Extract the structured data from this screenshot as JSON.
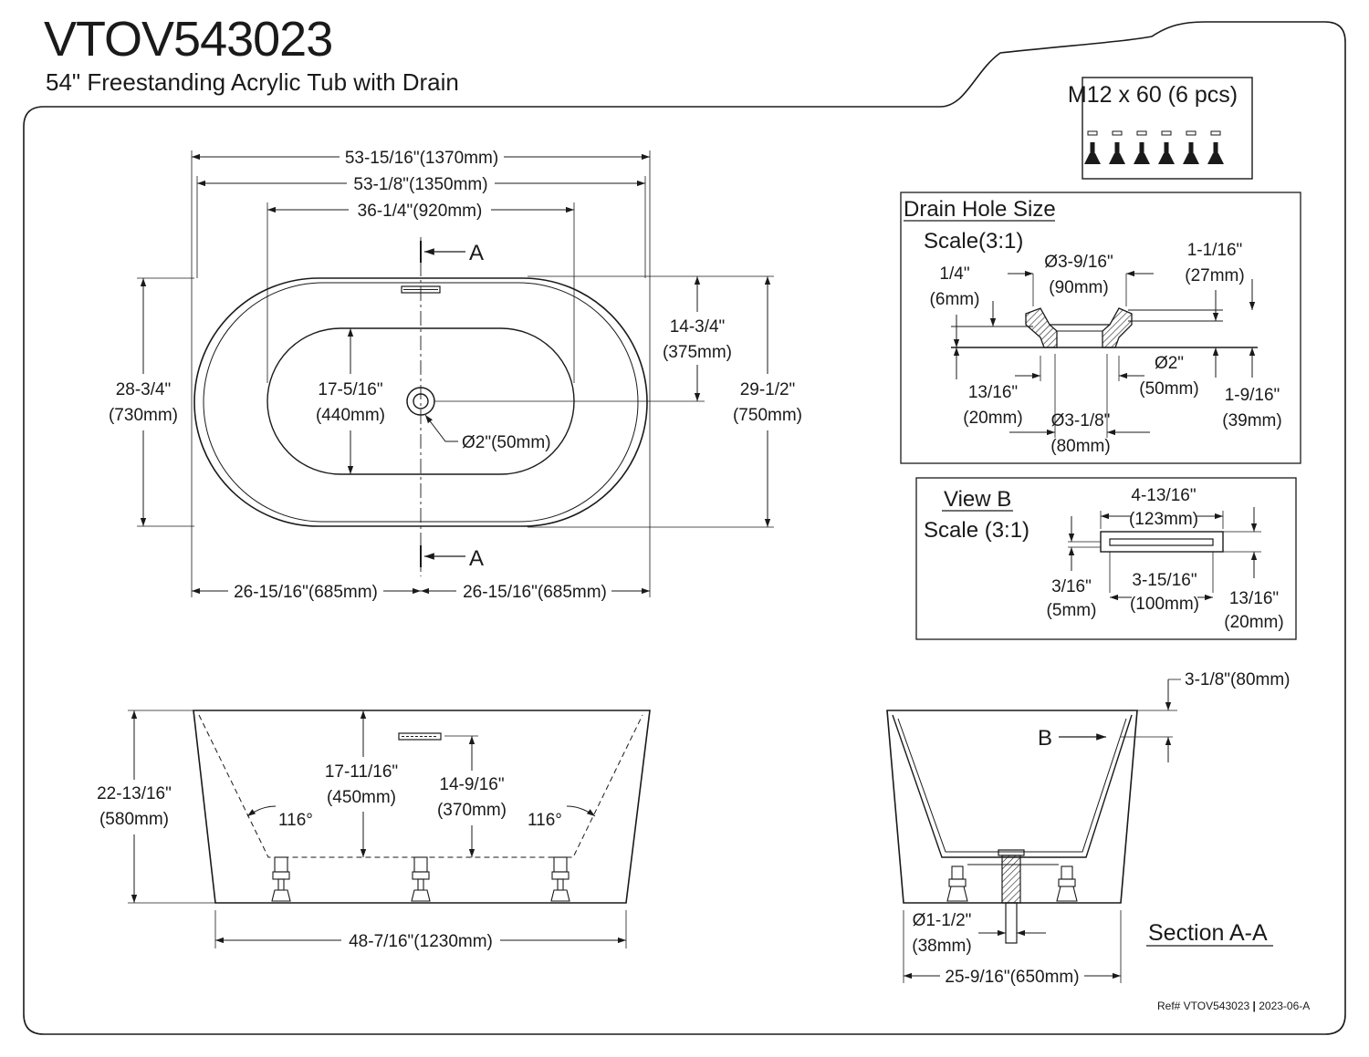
{
  "header": {
    "model": "VTOV543023",
    "description": "54\" Freestanding Acrylic Tub with Drain"
  },
  "hardware": {
    "label": "M12 x 60 (6 pcs)",
    "count": 6
  },
  "top_view": {
    "dims": {
      "overall_length": "53-15/16\"(1370mm)",
      "rim_length": "53-1/8\"(1350mm)",
      "interior_length": "36-1/4\"(920mm)",
      "half_length_left": "26-15/16\"(685mm)",
      "half_length_right": "26-15/16\"(685mm)",
      "width_outer_in": "28-3/4\"",
      "width_outer_mm": "(730mm)",
      "width_overall_in": "29-1/2\"",
      "width_overall_mm": "(750mm)",
      "interior_width_in": "17-5/16\"",
      "interior_width_mm": "(440mm)",
      "drain_offset_in": "14-3/4\"",
      "drain_offset_mm": "(375mm)",
      "drain_dia": "Ø2\"(50mm)"
    },
    "section_marker": "A"
  },
  "drain_hole": {
    "title": "Drain Hole Size",
    "scale": "Scale(3:1)",
    "dims": {
      "top_dia_in": "Ø3-9/16\"",
      "top_dia_mm": "(90mm)",
      "lip_in": "1/4\"",
      "lip_mm": "(6mm)",
      "height_in": "1-1/16\"",
      "height_mm": "(27mm)",
      "step_in": "13/16\"",
      "step_mm": "(20mm)",
      "bottom_dia_in": "Ø3-1/8\"",
      "bottom_dia_mm": "(80mm)",
      "bore_in": "Ø2\"",
      "bore_mm": "(50mm)",
      "depth_in": "1-9/16\"",
      "depth_mm": "(39mm)"
    }
  },
  "view_b": {
    "title": "View B",
    "scale": "Scale (3:1)",
    "dims": {
      "length_in": "4-13/16\"",
      "length_mm": "(123mm)",
      "slot_in": "3-15/16\"",
      "slot_mm": "(100mm)",
      "thickness_in": "3/16\"",
      "thickness_mm": "(5mm)",
      "height_in": "13/16\"",
      "height_mm": "(20mm)"
    }
  },
  "front_view": {
    "dims": {
      "height_in": "22-13/16\"",
      "height_mm": "(580mm)",
      "depth_in": "17-11/16\"",
      "depth_mm": "(450mm)",
      "overflow_in": "14-9/16\"",
      "overflow_mm": "(370mm)",
      "angle_left": "116°",
      "angle_right": "116°",
      "base_length": "48-7/16\"(1230mm)"
    }
  },
  "section_view": {
    "title": "Section A-A",
    "marker": "B",
    "dims": {
      "rim": "3-1/8\"(80mm)",
      "waste_dia_in": "Ø1-1/2\"",
      "waste_dia_mm": "(38mm)",
      "base_width": "25-9/16\"(650mm)"
    }
  },
  "footer": {
    "ref": "Ref# VTOV543023",
    "rev": "2023-06-A"
  }
}
